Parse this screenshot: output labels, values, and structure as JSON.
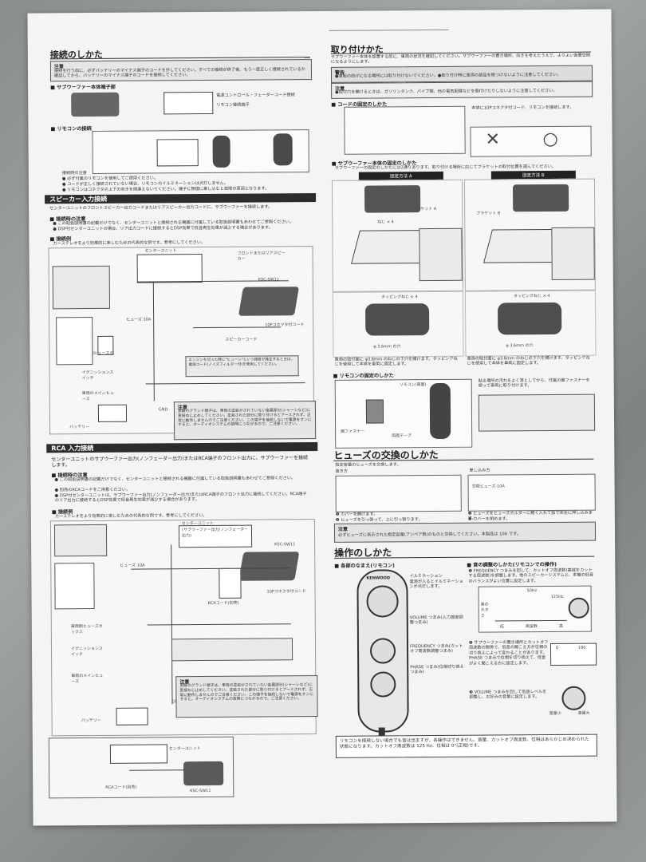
{
  "left": {
    "title": "接続のしかた",
    "note1_title": "注意",
    "note1_text": "接続を行う前に、必ずバッテリーのマイナス端子のコードを外してください。すべての接続が終了後、もう一度正しく接続されているか確認してから、バッテリーのマイナス端子のコードを接続してください。",
    "sub1": "■ サブウーファー本体端子部",
    "sub1_labels": [
      "電源コントロール・フェーダーコード接続",
      "リモコン接続端子"
    ],
    "sub2": "■ リモコンの接続",
    "sub2_notes": [
      "接続時の注意",
      "● 必ず付属のリモコンを使用してご使用ください。",
      "● コードが正しく接続されていない場合、リモコンのイルミネーションは点灯しません。",
      "● リモコンはコネクタの上下の向きを間違えないでください。端子に無理に差し込むと故障の原因となります。"
    ],
    "section_speaker": "スピーカー入力接続",
    "speaker_intro": "センターユニットのフロントスピーカー出力コードまたはリアスピーカー出力コードに、サブウーファーを接続します。",
    "speaker_notes_head": "■ 接続時の注意",
    "speaker_notes": [
      "● この取扱説明書の記載だけでなく、センターユニットと接続される機器に付属している取扱説明書もあわせてご参照ください。",
      "● DSP付センターユニットの場合、リア出力コードに接続するとDSP効果で低音再生効果が減少する場合があります。"
    ],
    "example_head": "■ 接続例",
    "example_text": "カーステレオをより効果的に楽しむための代表的な例です。参考にしてください。",
    "diag1_labels": [
      "センターユニット",
      "フロントまたはリアスピーカー",
      "KSC-SW11",
      "10Pコネクタ付コード",
      "スピーカーコード",
      "車両側ヒューズボックス",
      "イグニッションスイッチ",
      "車両のメインヒューズ",
      "バッテリー",
      "GND",
      "ヒューズ 10A",
      "エンジンを切った時に\"ヒューン\"という雑音が発生するときは、電源コード(ノイズフィルター付)を使用してください。"
    ],
    "note_ground_title": "注意",
    "note_ground": "黒線のグランド端子は、車両の塗装がされていない金属部分(シャーシなど)に直接ねじ止めしてください。塗装された部分に取り付けるとアースされず、正常に動作しませんのでご注意ください。この端子を接続しないで電源をオンにすると、オーディオシステムの故障につながるので、ご注意ください。",
    "section_rca": "RCA 入力接続",
    "rca_intro": "センターユニットのサブウーファー出力(ノンフェーダー出力)またはRCA端子のフロント出力に、サブウーファーを接続します。",
    "rca_notes_head": "■ 接続時の注意",
    "rca_notes": [
      "● この取扱説明書の記載だけでなく、センターユニットと接続される機器に付属している取扱説明書もあわせてご参照ください。",
      "● 別売のRCAコードをご用意ください。",
      "● DSP付センターユニットは、サブウーファー出力(ノンフェーダー出力)またはRCA端子のフロント出力に接続してください。RCA端子のリア出力に接続するとDSP効果で低音再生効果が減少する場合があります。"
    ],
    "rca_example_head": "■ 接続例",
    "rca_example_text": "カーステレオをより効果的に楽しむための代表的な例です。参考にしてください。",
    "diag2_labels": [
      "センターユニット",
      "(サブウーファー出力/ノンフェーダー出力)",
      "KSC-SW11",
      "RCAコード(別売)",
      "10Pコネクタ付コード",
      "ヒューズ 10A",
      "車両側ヒューズボックス",
      "イグニッションスイッチ",
      "車両のメインヒューズ",
      "バッテリー",
      "GND"
    ],
    "bottom_labels": [
      "センターユニット",
      "RCAコード(別売)",
      "KSC-SW11"
    ]
  },
  "right": {
    "title": "取り付けかた",
    "intro": "サブウーファー本体を設置する前に、車両の状況を確認してください。サブウーファーの置き場所、向きを考えたうえで、よりよい音響空間になるようにします。",
    "warn_title": "警告",
    "warn_text": "●運転の妨げになる場所には取り付けないでください。●取り付け時に車両の部品を傷つけないように注意してください。",
    "note_title": "注意",
    "note_text": "●取付穴を開けるときは、ガソリンタンク、パイプ類、他の電気配線などを傷付けたりしないように注意してください。",
    "sub_cord": "■ コードの固定のしかた",
    "sub_cord_text": "本体に10Pコネクタ付コード、リモコンを接続します。",
    "sub_fix": "■ サブウーファー本体の固定のしかた",
    "sub_fix_text": "サブウーファーの固定のしかたには2通りあります。取り付ける場所に応じてブラケットの取付位置を選んでください。",
    "method_a": "固定方法 A",
    "method_b": "固定方法 B",
    "bracket_labels": [
      "ブラケット A",
      "ブラケット B",
      "ねじ × 4",
      "タッピングねじ × 4",
      "φ 3.6mm の穴"
    ],
    "fix_caption_a": "車両の取付面に φ3.6mm のねじの下穴を開けます。タッピングねじを使用して本体を車両に固定します。",
    "fix_caption_b": "車両の取付面に φ3.6mm のねじの下穴を開けます。タッピングねじを使用して本体を車両に固定します。",
    "sub_remote": "■ リモコンの固定のしかた",
    "remote_text": "貼る場所の汚れをよく落としてから、付属の面ファスナーを使って車両に取り付けます。",
    "remote_labels": [
      "面ファスナー",
      "リモコン(裏面)",
      "両面テープ"
    ],
    "fuse_title": "ヒューズの交換のしかた",
    "fuse_intro": "指定容量のヒューズを交換します。",
    "fuse_pull": "抜き方",
    "fuse_insert": "差し込み方",
    "fuse_rated": "交換ヒューズ:10A",
    "fuse_steps": [
      "❶ カバーを開けます。",
      "❷ ヒューズを引っ張って、上に引っ張ります。",
      "❶ ヒューズをヒューズホルダーに軽く入れて指で完全に押し込みます。",
      "❷ カバーを閉めます。"
    ],
    "fuse_note_title": "注意",
    "fuse_note": "必ずヒューズに表示された指定容量(アンペア数)のものと交換してください。本製品は 10A です。",
    "op_title": "操作のしかた",
    "op_names": "■ 各部のなまえ(リモコン)",
    "op_sound": "■ 音の調整のしかた(リモコンでの操作)",
    "op_labels": [
      "イルミネーション",
      "電源が入るとイルミネーションが点灯します。",
      "VOLUME つまみ(入力感度調整つまみ)",
      "FREQUENCY つまみ(カットオフ周波数調整つまみ)",
      "PHASE つまみ(位相切り換えつまみ)"
    ],
    "op_steps": [
      "❶ FREQUENCY つまみを回して、カットオフ周波数(高域をカットする周波数)を調整します。他のスピーカーシステムと、本機の低音のバランスがよい位置に設定します。",
      "❷ サブウーファーの置き場所とカットオフ周波数の関係で、低音の聞こえ方が位相の切り換えによって変わることがあります。PHASE つまみで位相を切り換えて、低音がよく聞こえる方に設定します。",
      "❸ VOLUME つまみを回して低音レベルを調整し、お好みの音量に設定します。"
    ],
    "graph_labels": [
      "50Hz",
      "125Hz",
      "音の大きさ",
      "周波数",
      "低",
      "高"
    ],
    "phase_labels": [
      "0",
      "180"
    ],
    "vol_labels": [
      "音量小",
      "音量大"
    ],
    "bottom_note": "リモコンを接続しない場合でも音は出ますが、各操作はできません。音量、カットオフ周波数、位相はあらかじめ決められた状態になります。カットオフ周波数は 125 Hz、位相は 0°(正相)です。",
    "brand": "KENWOOD"
  }
}
